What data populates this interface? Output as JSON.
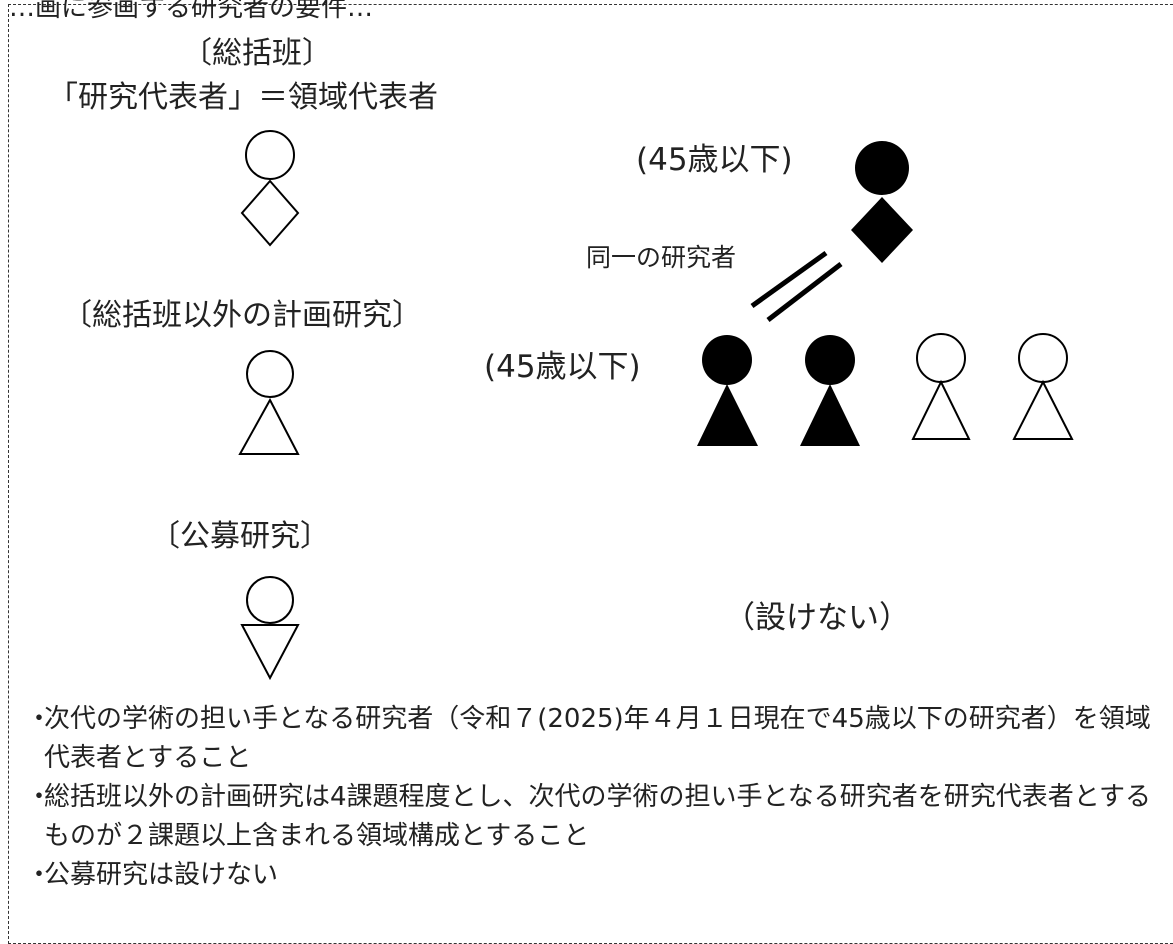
{
  "page": {
    "cut_header": "…画に参画する研究者の要件…"
  },
  "sections": {
    "sokatsu": {
      "heading": "〔総括班〕",
      "subheading": "「研究代表者」＝領域代表者"
    },
    "keikaku": {
      "heading": "〔総括班以外の計画研究〕"
    },
    "kobo": {
      "heading": "〔公募研究〕",
      "note": "（設けない）"
    }
  },
  "annotations": {
    "age_top": "(45歳以下)",
    "age_middle": "(45歳以下)",
    "same_researcher": "同一の研究者"
  },
  "colors": {
    "filled": "#000000",
    "outline": "#000000",
    "background": "#ffffff",
    "text": "#222222"
  },
  "bullets": [
    {
      "mark": "・",
      "text": "次代の学術の担い手となる研究者（令和７(2025)年４月１日現在で45歳以下の研究者）を領域代表者とすること"
    },
    {
      "mark": "・",
      "text": "総括班以外の計画研究は4課題程度とし、次代の学術の担い手となる研究者を研究代表者とするものが２課題以上含まれる領域構成とすること"
    },
    {
      "mark": "・",
      "text": "公募研究は設けない"
    }
  ]
}
